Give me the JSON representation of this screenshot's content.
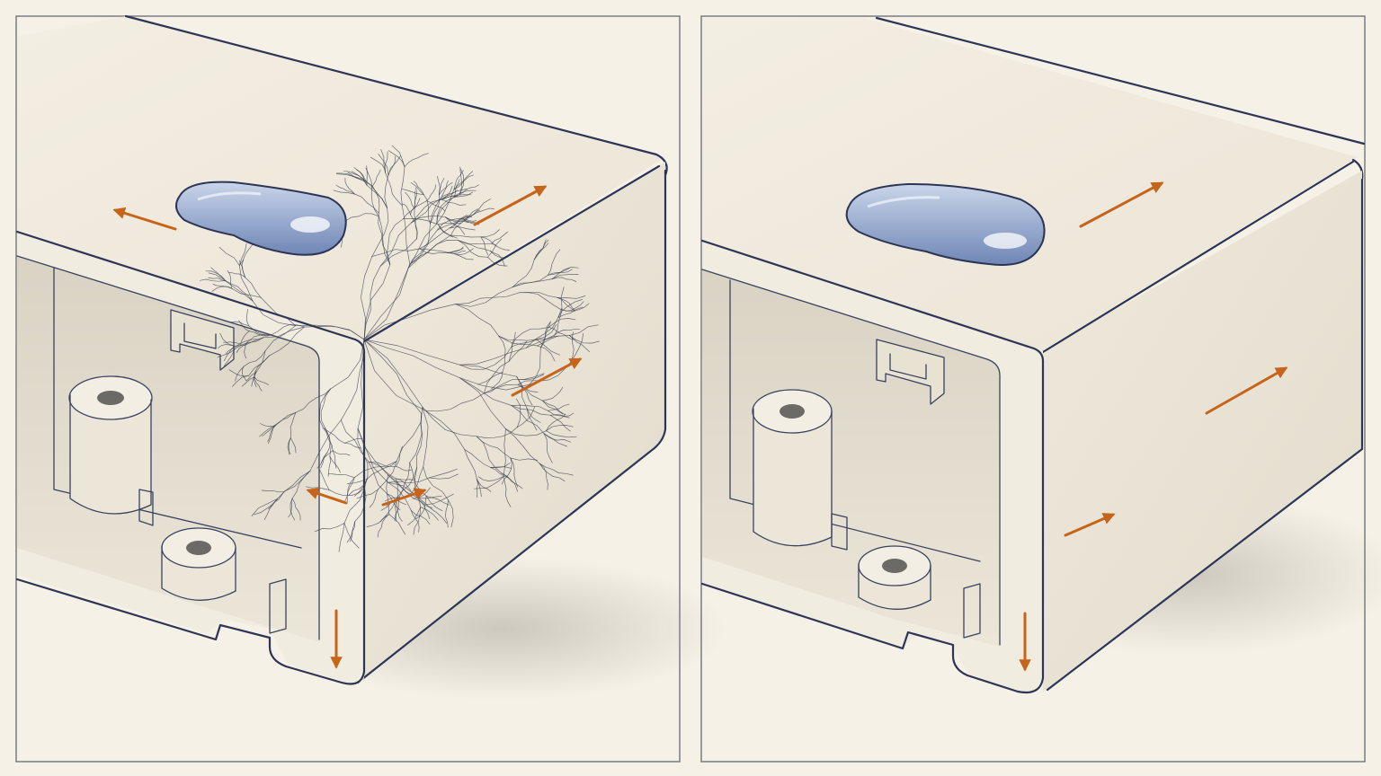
{
  "colors": {
    "paper": "#f6f1e6",
    "ink": "#2c3555",
    "stress_arrow": "#c8641a",
    "droplet": "#8fa3c9",
    "frame": "#7a7a80"
  },
  "panels": [
    {
      "id": "left",
      "state": "cracked",
      "crazing": true,
      "stress_arrows": 6
    },
    {
      "id": "right",
      "state": "intact",
      "crazing": false,
      "stress_arrows": 4
    }
  ],
  "icons": [
    "droplet-icon",
    "stress-arrow-icon",
    "crazing-crack-icon"
  ]
}
